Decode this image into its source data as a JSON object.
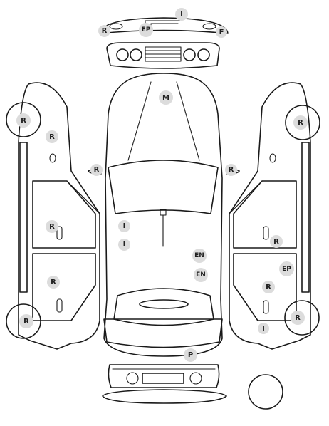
{
  "diagram": {
    "markers": [
      {
        "id": "roof-front",
        "code": "I"
      },
      {
        "id": "front-bumper-left",
        "code": "R"
      },
      {
        "id": "front-bumper-center",
        "code": "EP"
      },
      {
        "id": "front-bumper-right",
        "code": "F"
      },
      {
        "id": "hood",
        "code": "M"
      },
      {
        "id": "left-front-wheel",
        "code": "R"
      },
      {
        "id": "left-front-fender",
        "code": "R"
      },
      {
        "id": "left-mirror",
        "code": "R"
      },
      {
        "id": "right-mirror",
        "code": "R"
      },
      {
        "id": "right-front-wheel",
        "code": "R"
      },
      {
        "id": "left-front-door",
        "code": "R"
      },
      {
        "id": "roof-1",
        "code": "I"
      },
      {
        "id": "roof-2",
        "code": "I"
      },
      {
        "id": "right-front-door",
        "code": "R"
      },
      {
        "id": "roof-rear-1",
        "code": "EN"
      },
      {
        "id": "roof-rear-2",
        "code": "EN"
      },
      {
        "id": "right-rear-door-1",
        "code": "EP"
      },
      {
        "id": "left-rear-door",
        "code": "R"
      },
      {
        "id": "right-rear-door-2",
        "code": "R"
      },
      {
        "id": "left-rear-wheel",
        "code": "R"
      },
      {
        "id": "right-rear-wheel",
        "code": "R"
      },
      {
        "id": "right-rear-quarter",
        "code": "I"
      },
      {
        "id": "trunk",
        "code": "P"
      }
    ]
  }
}
